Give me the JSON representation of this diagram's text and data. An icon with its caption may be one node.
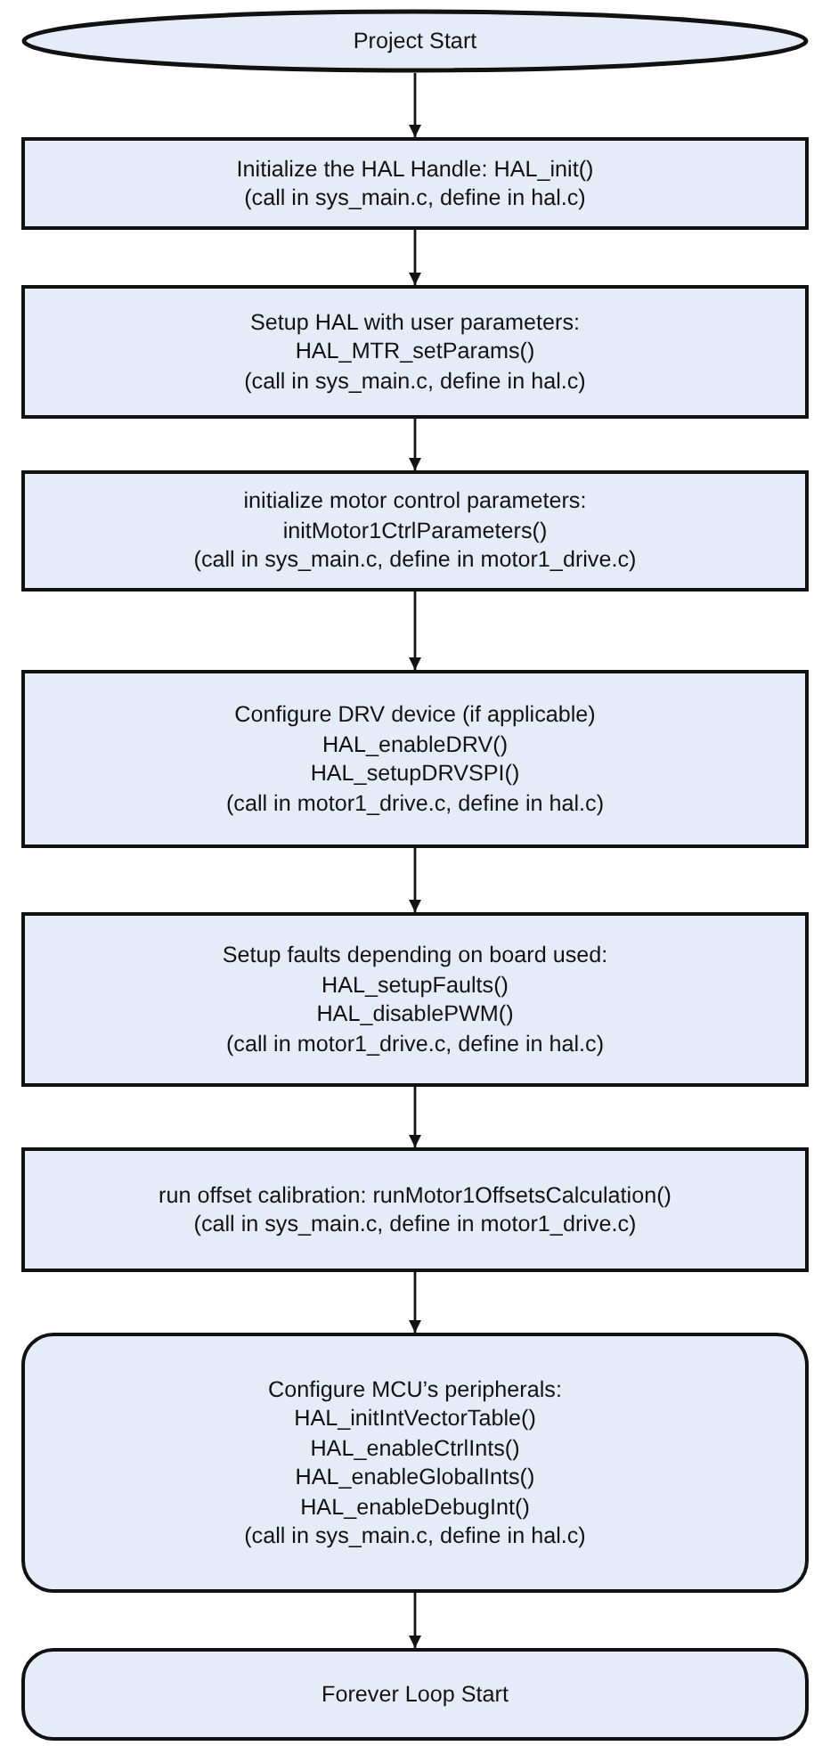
{
  "diagram": {
    "nodes": [
      {
        "text": [
          "Project Start"
        ]
      },
      {
        "text": [
          "Initialize the HAL Handle: HAL_init()",
          "(call in sys_main.c, define in hal.c)"
        ]
      },
      {
        "text": [
          "Setup HAL with user parameters:",
          "HAL_MTR_setParams()",
          "(call in sys_main.c, define in hal.c)"
        ]
      },
      {
        "text": [
          "initialize motor control parameters:",
          "initMotor1CtrlParameters()",
          "(call in sys_main.c, define in motor1_drive.c)"
        ]
      },
      {
        "text": [
          "Configure DRV device (if applicable)",
          "HAL_enableDRV()",
          "HAL_setupDRVSPI()",
          "(call in motor1_drive.c, define in hal.c)"
        ]
      },
      {
        "text": [
          "Setup faults depending on board used:",
          "HAL_setupFaults()",
          "HAL_disablePWM()",
          "(call in motor1_drive.c, define in hal.c)"
        ]
      },
      {
        "text": [
          "run offset calibration: runMotor1OffsetsCalculation()",
          "(call in sys_main.c, define in motor1_drive.c)"
        ]
      },
      {
        "text": [
          "Configure MCU’s peripherals:",
          "HAL_initIntVectorTable()",
          "HAL_enableCtrlInts()",
          "HAL_enableGlobalInts()",
          "HAL_enableDebugInt()",
          "(call in sys_main.c, define in hal.c)"
        ]
      },
      {
        "text": [
          "Forever Loop Start"
        ]
      }
    ],
    "edges": [
      {
        "from": 0,
        "to": 1,
        "arrow": "to"
      },
      {
        "from": 1,
        "to": 2,
        "arrow": "to"
      },
      {
        "from": 2,
        "to": 3,
        "arrow": "to"
      },
      {
        "from": 3,
        "to": 4,
        "arrow": "to"
      },
      {
        "from": 4,
        "to": 5,
        "arrow": "to"
      },
      {
        "from": 5,
        "to": 6,
        "arrow": "to"
      },
      {
        "from": 6,
        "to": 7,
        "arrow": "to"
      },
      {
        "from": 7,
        "to": 8,
        "arrow": "to"
      }
    ]
  }
}
